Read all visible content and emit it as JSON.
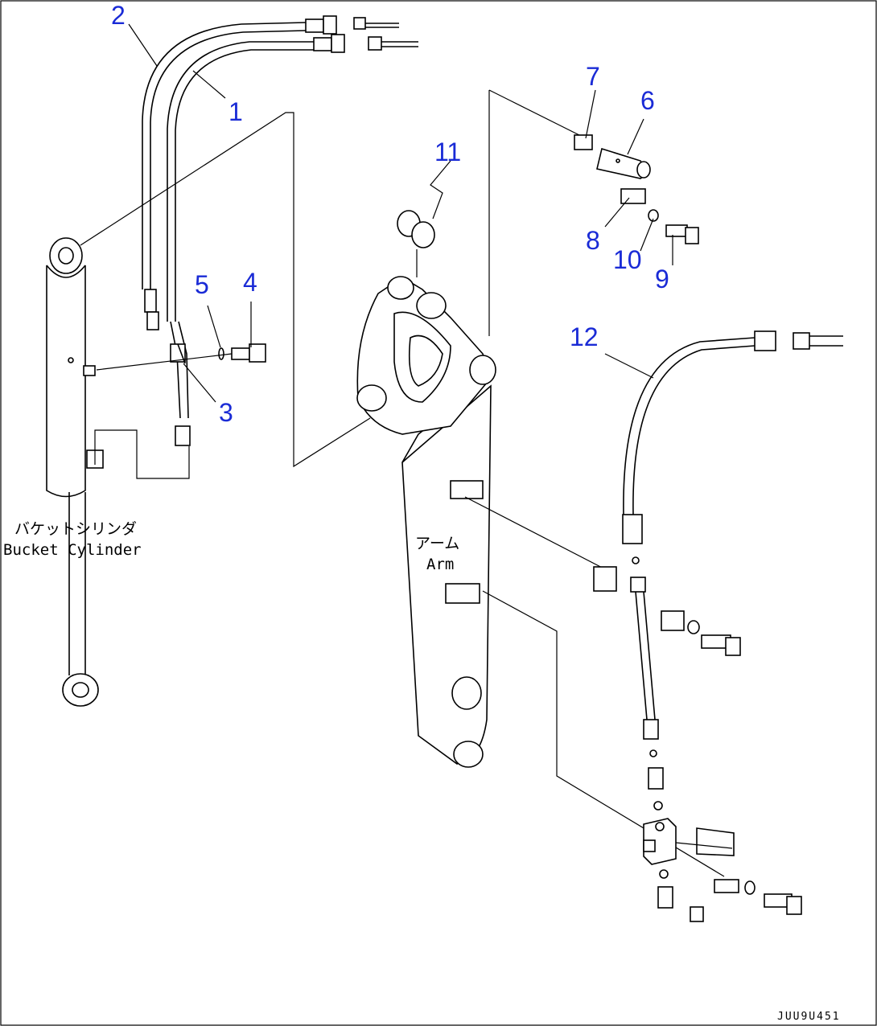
{
  "callouts": [
    {
      "id": "p1",
      "text": "1"
    },
    {
      "id": "p2",
      "text": "2"
    },
    {
      "id": "p3",
      "text": "3"
    },
    {
      "id": "p4",
      "text": "4"
    },
    {
      "id": "p5",
      "text": "5"
    },
    {
      "id": "p6",
      "text": "6"
    },
    {
      "id": "p7",
      "text": "7"
    },
    {
      "id": "p8",
      "text": "8"
    },
    {
      "id": "p9",
      "text": "9"
    },
    {
      "id": "p10",
      "text": "10"
    },
    {
      "id": "p11",
      "text": "11"
    },
    {
      "id": "p12",
      "text": "12"
    }
  ],
  "labels": {
    "bucket_cylinder_jp": "バケットシリンダ",
    "bucket_cylinder_en": "Bucket Cylinder",
    "arm_jp": "アーム",
    "arm_en": "Arm"
  },
  "drawing_code": "JUU9U451",
  "colors": {
    "callout": "#1a2bd6",
    "line": "#000000",
    "background": "#ffffff"
  }
}
